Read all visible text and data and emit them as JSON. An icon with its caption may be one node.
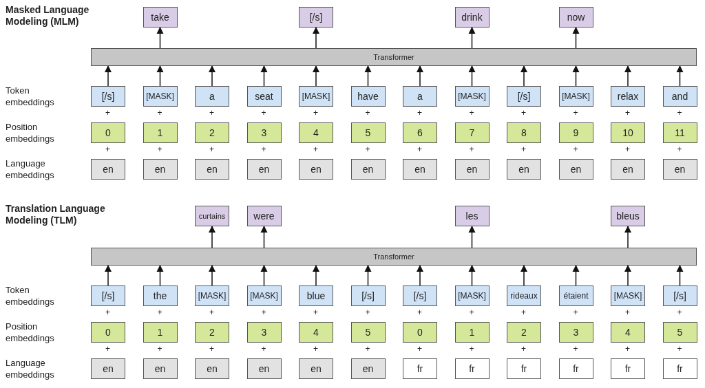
{
  "diagram": {
    "nodes": [
      {
        "text": [
          "take"
        ]
      },
      {
        "text": [
          "[/s]"
        ]
      },
      {
        "text": [
          "drink"
        ]
      },
      {
        "text": [
          "now"
        ]
      },
      {
        "text": [
          "Transformer"
        ]
      },
      {
        "text": [
          "[/s]"
        ]
      },
      {
        "text": [
          "[MASK]"
        ]
      },
      {
        "text": [
          "a"
        ]
      },
      {
        "text": [
          "seat"
        ]
      },
      {
        "text": [
          "[MASK]"
        ]
      },
      {
        "text": [
          "have"
        ]
      },
      {
        "text": [
          "a"
        ]
      },
      {
        "text": [
          "[MASK]"
        ]
      },
      {
        "text": [
          "[/s]"
        ]
      },
      {
        "text": [
          "[MASK]"
        ]
      },
      {
        "text": [
          "relax"
        ]
      },
      {
        "text": [
          "and"
        ]
      },
      {
        "text": [
          "0"
        ]
      },
      {
        "text": [
          "1"
        ]
      },
      {
        "text": [
          "2"
        ]
      },
      {
        "text": [
          "3"
        ]
      },
      {
        "text": [
          "4"
        ]
      },
      {
        "text": [
          "5"
        ]
      },
      {
        "text": [
          "6"
        ]
      },
      {
        "text": [
          "7"
        ]
      },
      {
        "text": [
          "8"
        ]
      },
      {
        "text": [
          "9"
        ]
      },
      {
        "text": [
          "10"
        ]
      },
      {
        "text": [
          "11"
        ]
      },
      {
        "text": [
          "en"
        ]
      },
      {
        "text": [
          "en"
        ]
      },
      {
        "text": [
          "en"
        ]
      },
      {
        "text": [
          "en"
        ]
      },
      {
        "text": [
          "en"
        ]
      },
      {
        "text": [
          "en"
        ]
      },
      {
        "text": [
          "en"
        ]
      },
      {
        "text": [
          "en"
        ]
      },
      {
        "text": [
          "en"
        ]
      },
      {
        "text": [
          "en"
        ]
      },
      {
        "text": [
          "en"
        ]
      },
      {
        "text": [
          "en"
        ]
      },
      {
        "text": [
          "curtains"
        ]
      },
      {
        "text": [
          "were"
        ]
      },
      {
        "text": [
          "les"
        ]
      },
      {
        "text": [
          "bleus"
        ]
      },
      {
        "text": [
          "Transformer"
        ]
      },
      {
        "text": [
          "[/s]"
        ]
      },
      {
        "text": [
          "the"
        ]
      },
      {
        "text": [
          "[MASK]"
        ]
      },
      {
        "text": [
          "[MASK]"
        ]
      },
      {
        "text": [
          "blue"
        ]
      },
      {
        "text": [
          "[/s]"
        ]
      },
      {
        "text": [
          "[/s]"
        ]
      },
      {
        "text": [
          "[MASK]"
        ]
      },
      {
        "text": [
          "rideaux"
        ]
      },
      {
        "text": [
          "étaient"
        ]
      },
      {
        "text": [
          "[MASK]"
        ]
      },
      {
        "text": [
          "[/s]"
        ]
      },
      {
        "text": [
          "0"
        ]
      },
      {
        "text": [
          "1"
        ]
      },
      {
        "text": [
          "2"
        ]
      },
      {
        "text": [
          "3"
        ]
      },
      {
        "text": [
          "4"
        ]
      },
      {
        "text": [
          "5"
        ]
      },
      {
        "text": [
          "0"
        ]
      },
      {
        "text": [
          "1"
        ]
      },
      {
        "text": [
          "2"
        ]
      },
      {
        "text": [
          "3"
        ]
      },
      {
        "text": [
          "4"
        ]
      },
      {
        "text": [
          "5"
        ]
      },
      {
        "text": [
          "en"
        ]
      },
      {
        "text": [
          "en"
        ]
      },
      {
        "text": [
          "en"
        ]
      },
      {
        "text": [
          "en"
        ]
      },
      {
        "text": [
          "en"
        ]
      },
      {
        "text": [
          "en"
        ]
      },
      {
        "text": [
          "fr"
        ]
      },
      {
        "text": [
          "fr"
        ]
      },
      {
        "text": [
          "fr"
        ]
      },
      {
        "text": [
          "fr"
        ]
      },
      {
        "text": [
          "fr"
        ]
      },
      {
        "text": [
          "fr"
        ]
      }
    ],
    "edges": [
      {
        "from": 4,
        "to": 0,
        "arrow": "to"
      },
      {
        "from": 4,
        "to": 1,
        "arrow": "to"
      },
      {
        "from": 4,
        "to": 2,
        "arrow": "to"
      },
      {
        "from": 4,
        "to": 3,
        "arrow": "to"
      },
      {
        "from": 5,
        "to": 4,
        "arrow": "to"
      },
      {
        "from": 6,
        "to": 4,
        "arrow": "to"
      },
      {
        "from": 7,
        "to": 4,
        "arrow": "to"
      },
      {
        "from": 8,
        "to": 4,
        "arrow": "to"
      },
      {
        "from": 9,
        "to": 4,
        "arrow": "to"
      },
      {
        "from": 10,
        "to": 4,
        "arrow": "to"
      },
      {
        "from": 11,
        "to": 4,
        "arrow": "to"
      },
      {
        "from": 12,
        "to": 4,
        "arrow": "to"
      },
      {
        "from": 13,
        "to": 4,
        "arrow": "to"
      },
      {
        "from": 14,
        "to": 4,
        "arrow": "to"
      },
      {
        "from": 15,
        "to": 4,
        "arrow": "to"
      },
      {
        "from": 16,
        "to": 4,
        "arrow": "to"
      },
      {
        "from": 45,
        "to": 41,
        "arrow": "to"
      },
      {
        "from": 45,
        "to": 42,
        "arrow": "to"
      },
      {
        "from": 45,
        "to": 43,
        "arrow": "to"
      },
      {
        "from": 45,
        "to": 44,
        "arrow": "to"
      },
      {
        "from": 46,
        "to": 45,
        "arrow": "to"
      },
      {
        "from": 47,
        "to": 45,
        "arrow": "to"
      },
      {
        "from": 48,
        "to": 45,
        "arrow": "to"
      },
      {
        "from": 49,
        "to": 45,
        "arrow": "to"
      },
      {
        "from": 50,
        "to": 45,
        "arrow": "to"
      },
      {
        "from": 51,
        "to": 45,
        "arrow": "to"
      },
      {
        "from": 52,
        "to": 45,
        "arrow": "to"
      },
      {
        "from": 53,
        "to": 45,
        "arrow": "to"
      },
      {
        "from": 54,
        "to": 45,
        "arrow": "to"
      },
      {
        "from": 55,
        "to": 45,
        "arrow": "to"
      },
      {
        "from": 56,
        "to": 45,
        "arrow": "to"
      },
      {
        "from": 57,
        "to": 45,
        "arrow": "to"
      }
    ],
    "labels": [
      "Masked Language Modeling (MLM)",
      "Token embeddings",
      "+",
      "+",
      "+",
      "+",
      "+",
      "+",
      "+",
      "+",
      "+",
      "+",
      "+",
      "+",
      "Position embeddings",
      "+",
      "+",
      "+",
      "+",
      "+",
      "+",
      "+",
      "+",
      "+",
      "+",
      "+",
      "+",
      "Language embeddings",
      "Translation Language Modeling (TLM)",
      "Token embeddings",
      "+",
      "+",
      "+",
      "+",
      "+",
      "+",
      "+",
      "+",
      "+",
      "+",
      "+",
      "+",
      "Position embeddings",
      "+",
      "+",
      "+",
      "+",
      "+",
      "+",
      "+",
      "+",
      "+",
      "+",
      "+",
      "+",
      "Language embeddings"
    ]
  }
}
